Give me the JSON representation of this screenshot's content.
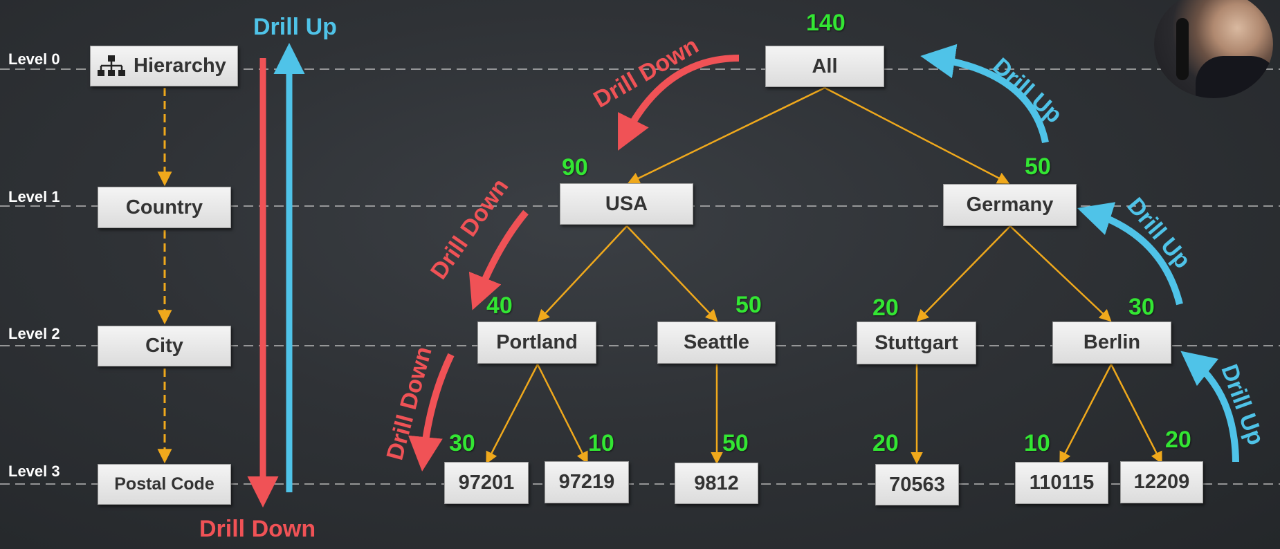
{
  "levels": [
    "Level 0",
    "Level 1",
    "Level 2",
    "Level 3"
  ],
  "hierarchy": {
    "title": "Hierarchy",
    "items": [
      "Country",
      "City",
      "Postal Code"
    ]
  },
  "legend": {
    "drill_up": "Drill Up",
    "drill_down": "Drill Down"
  },
  "tree": {
    "root": {
      "label": "All",
      "count": "140"
    },
    "countries": [
      {
        "label": "USA",
        "count": "90"
      },
      {
        "label": "Germany",
        "count": "50"
      }
    ],
    "cities": [
      {
        "label": "Portland",
        "count": "40"
      },
      {
        "label": "Seattle",
        "count": "50"
      },
      {
        "label": "Stuttgart",
        "count": "20"
      },
      {
        "label": "Berlin",
        "count": "30"
      }
    ],
    "postal_codes": [
      {
        "label": "97201",
        "count": "30"
      },
      {
        "label": "97219",
        "count": "10"
      },
      {
        "label": "9812",
        "count": "50"
      },
      {
        "label": "70563",
        "count": "20"
      },
      {
        "label": "110115",
        "count": "10"
      },
      {
        "label": "12209",
        "count": "20"
      }
    ]
  },
  "arrow_labels": {
    "drill_down": "Drill Down",
    "drill_up": "Drill Up"
  },
  "colors": {
    "drill_down": "#f05256",
    "drill_up": "#4fc3e8",
    "connector": "#f0a91c",
    "count": "#33e633"
  }
}
